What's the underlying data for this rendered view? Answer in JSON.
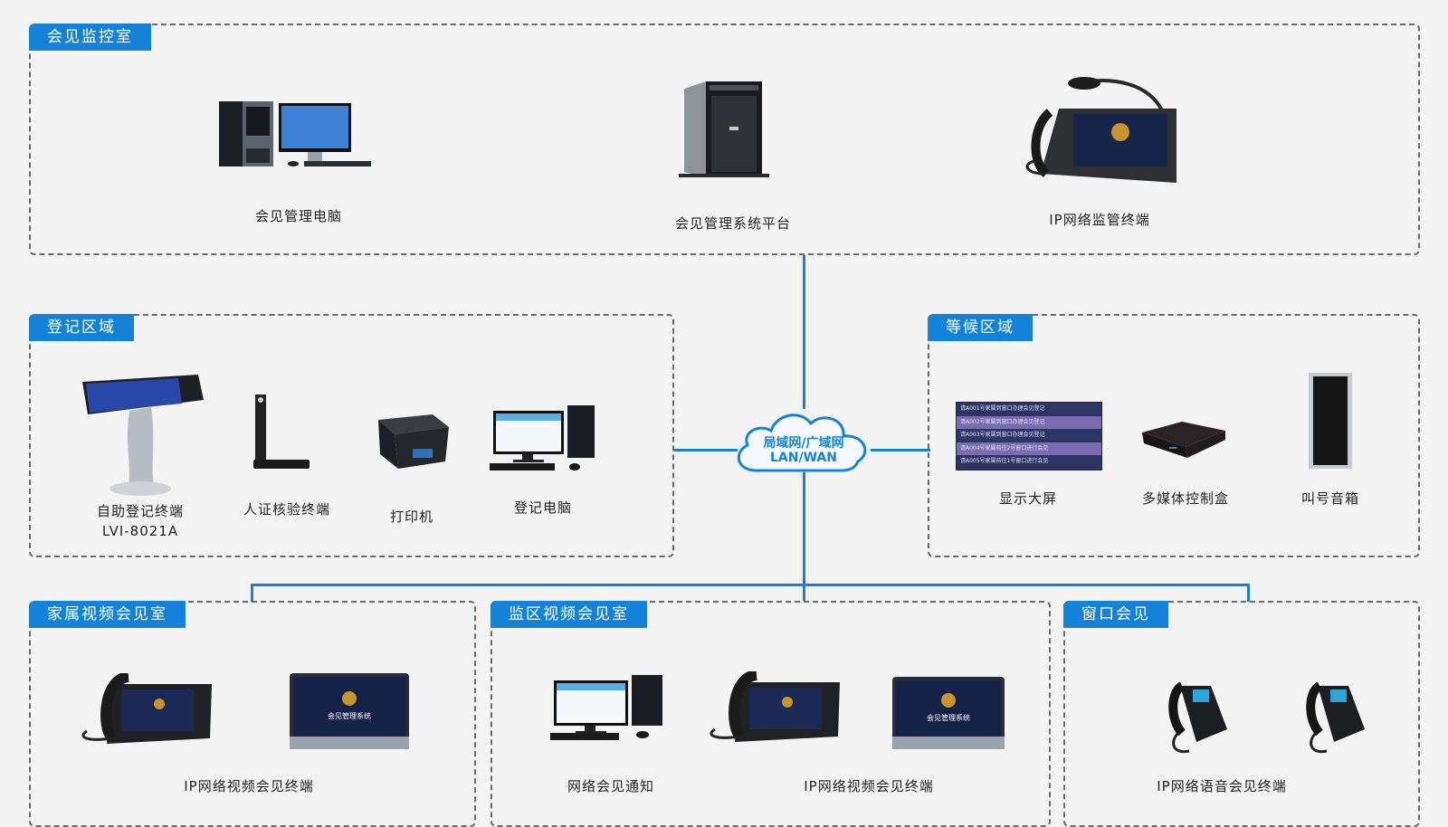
{
  "network": {
    "cloud_line1": "局域网/广域网",
    "cloud_line2": "LAN/WAN",
    "accent_color": "#1482d8"
  },
  "zones": {
    "monitor_room": {
      "title": "会见监控室",
      "devices": [
        {
          "label": "会见管理电脑",
          "icon": "desktop-computer-icon"
        },
        {
          "label": "会见管理系统平台",
          "icon": "tower-server-icon"
        },
        {
          "label": "IP网络监管终端",
          "icon": "video-phone-with-microphone-icon"
        }
      ]
    },
    "registration": {
      "title": "登记区域",
      "devices": [
        {
          "label": "自助登记终端",
          "sublabel": "LVI-8021A",
          "icon": "self-service-kiosk-icon"
        },
        {
          "label": "人证核验终端",
          "icon": "id-verification-terminal-icon"
        },
        {
          "label": "打印机",
          "icon": "printer-icon"
        },
        {
          "label": "登记电脑",
          "icon": "desktop-computer-icon"
        }
      ]
    },
    "waiting": {
      "title": "等候区域",
      "display_rows": [
        "请A001号家属到窗口办理会见登记",
        "请A002号家属到窗口办理会见登记",
        "请A003号家属到窗口办理会见登记",
        "请A004号家属前往2号窗口进行会见",
        "请A005号家属前往1号窗口进行会见"
      ],
      "devices": [
        {
          "label": "显示大屏",
          "icon": "display-screen-icon"
        },
        {
          "label": "多媒体控制盒",
          "icon": "media-control-box-icon"
        },
        {
          "label": "叫号音箱",
          "icon": "column-speaker-icon"
        }
      ]
    },
    "family_video": {
      "title": "家属视频会见室",
      "devices": [
        {
          "label": "IP网络视频会见终端",
          "icon": "video-terminal-icon"
        }
      ],
      "screen_text": "会见管理系统"
    },
    "inmate_video": {
      "title": "监区视频会见室",
      "devices": [
        {
          "label": "网络会见通知",
          "icon": "desktop-computer-icon"
        },
        {
          "label": "IP网络视频会见终端",
          "icon": "video-terminal-icon"
        }
      ],
      "screen_text": "会见管理系统"
    },
    "window": {
      "title": "窗口会见",
      "devices": [
        {
          "label": "IP网络语音会见终端",
          "icon": "ip-phone-icon"
        }
      ]
    }
  }
}
